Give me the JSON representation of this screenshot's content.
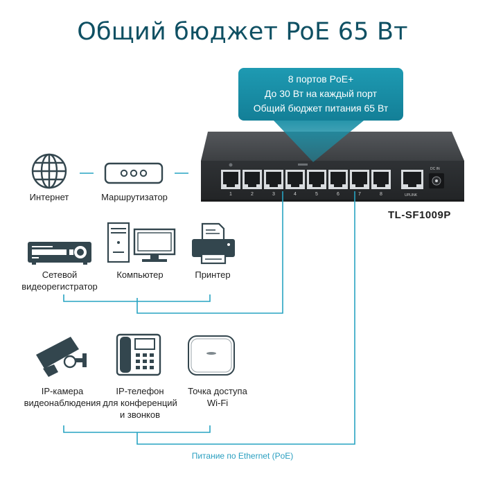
{
  "title": "Общий бюджет PoE 65 Вт",
  "callout": {
    "lines": [
      "8 портов PoE+",
      "До 30 Вт на каждый порт",
      "Общий бюджет питания 65 Вт"
    ]
  },
  "switch": {
    "model": "TL-SF1009P",
    "ports": [
      "1",
      "2",
      "3",
      "4",
      "5",
      "6",
      "7",
      "8"
    ],
    "uplink_label": "UPLINK",
    "dc_label": "DC IN"
  },
  "devices": {
    "internet": "Интернет",
    "router": "Маршрутизатор",
    "nvr": [
      "Сетевой",
      "видеорегистратор"
    ],
    "computer": "Компьютер",
    "printer": "Принтер",
    "ip_camera": [
      "IP-камера",
      "видеонаблюдения"
    ],
    "ip_phone": [
      "IP-телефон",
      "для конференций",
      "и звонков"
    ],
    "access_point": [
      "Точка доступа",
      "Wi-Fi"
    ]
  },
  "caption": "Питание по Ethernet (PoE)",
  "colors": {
    "title": "#0f5063",
    "callout": "#1b8fa6",
    "switch_body": "#3a3d40",
    "icons": "#33464e",
    "lines": "#27a3c2",
    "caption": "#2a9fc0"
  },
  "icons": [
    "globe-icon",
    "router-icon",
    "nvr-icon",
    "computer-icon",
    "printer-icon",
    "ip-camera-icon",
    "ip-phone-icon",
    "access-point-icon"
  ]
}
